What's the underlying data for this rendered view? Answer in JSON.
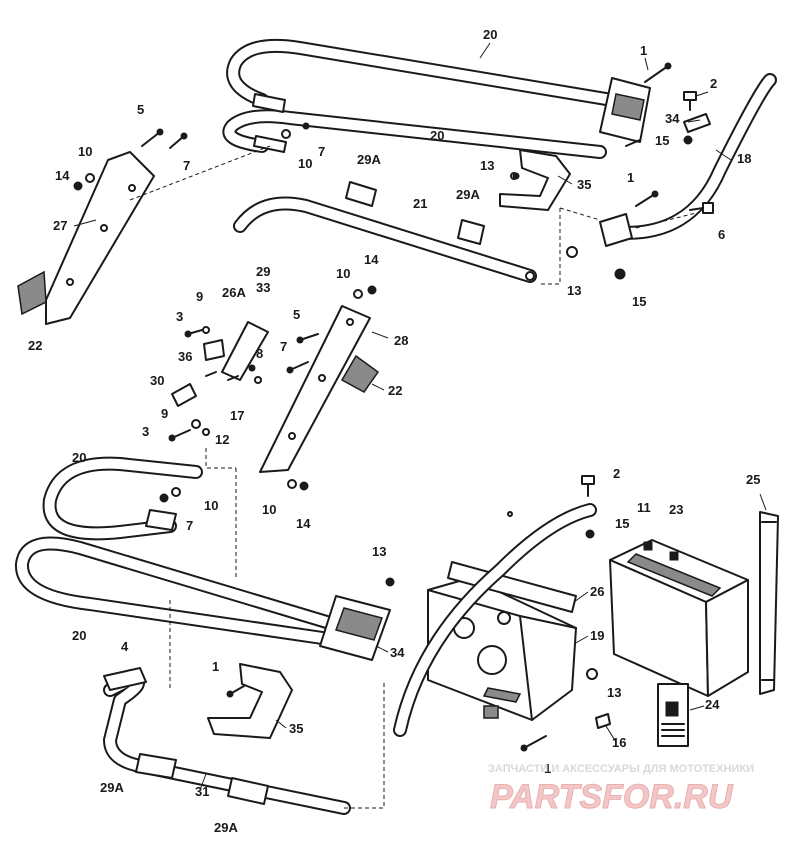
{
  "callouts": {
    "c_20_top": "20",
    "c_1_top": "1",
    "c_2_top": "2",
    "c_34_top": "34",
    "c_5_left": "5",
    "c_10_left": "10",
    "c_7_left": "7",
    "c_20_mid": "20",
    "c_10_l2": "10",
    "c_7_l2": "7",
    "c_15_top": "15",
    "c_18": "18",
    "c_14_left": "14",
    "c_29a_1": "29A",
    "c_13_a": "13",
    "c_35_top": "35",
    "c_27": "27",
    "c_29a_2": "29A",
    "c_1_mid": "1",
    "c_21": "21",
    "c_6": "6",
    "c_22_left": "22",
    "c_13_b": "13",
    "c_15_b": "15",
    "c_10_c": "10",
    "c_14_c": "14",
    "c_29": "29",
    "c_33": "33",
    "c_9_a": "9",
    "c_26a": "26A",
    "c_3_a": "3",
    "c_5_c": "5",
    "c_28": "28",
    "c_36": "36",
    "c_8": "8",
    "c_7_c": "7",
    "c_30": "30",
    "c_22_right": "22",
    "c_9_b": "9",
    "c_17": "17",
    "c_3_b": "3",
    "c_12": "12",
    "c_20_bot": "20",
    "c_10_bot": "10",
    "c_7_bot": "7",
    "c_10_d": "10",
    "c_14_d": "14",
    "c_2_bot": "2",
    "c_25": "25",
    "c_11": "11",
    "c_23": "23",
    "c_15_bot": "15",
    "c_13_bot": "13",
    "c_26": "26",
    "c_20_b2": "20",
    "c_34_bot": "34",
    "c_19": "19",
    "c_4": "4",
    "c_1_bot": "1",
    "c_35_bot": "35",
    "c_13_c": "13",
    "c_24": "24",
    "c_16": "16",
    "c_1_b2": "1",
    "c_29a_3": "29A",
    "c_31": "31",
    "c_29a_4": "29A"
  },
  "watermark": {
    "caption": "ЗАПЧАСТИ И АКСЕССУАРЫ ДЛЯ МОТОТЕХНИКИ",
    "brand": "PARTSFOR.RU",
    "brand_color": "#e8a0a0"
  }
}
